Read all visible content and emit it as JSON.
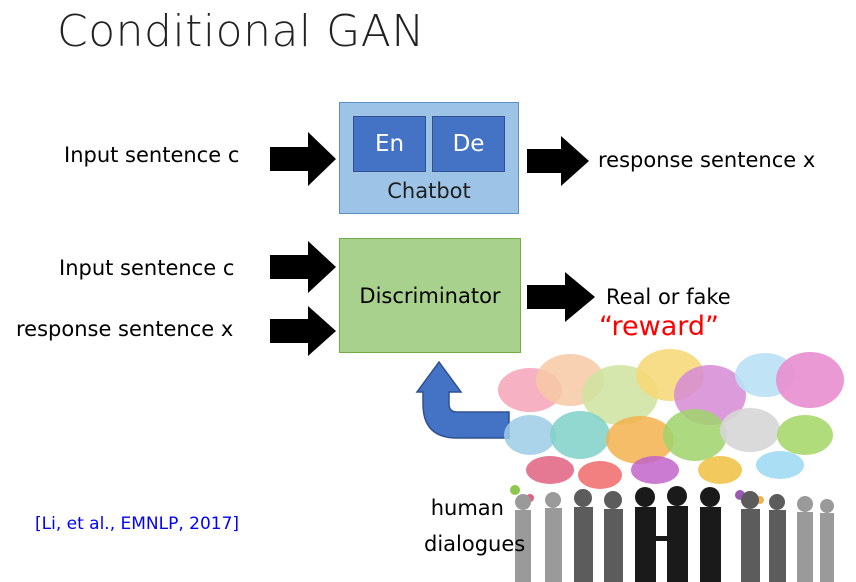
{
  "title": "Conditional GAN",
  "chatbot": {
    "input_label": "Input sentence c",
    "encoder": "En",
    "decoder": "De",
    "name": "Chatbot",
    "output_label": "response sentence x"
  },
  "discriminator": {
    "input_label_1": "Input sentence c",
    "input_label_2": "response sentence x",
    "name": "Discriminator",
    "output_label": "Real or fake",
    "reward_label": "“reward”"
  },
  "human_dialogues_label": "human dialogues",
  "citation": "[Li, et al., EMNLP, 2017]",
  "colors": {
    "chatbot_box": "#9dc3e6",
    "encoder_decoder": "#4472c4",
    "discriminator_box": "#a9d18e",
    "feedback_arrow": "#4472c4",
    "reward": "#ff0000",
    "citation": "#0000ff"
  }
}
